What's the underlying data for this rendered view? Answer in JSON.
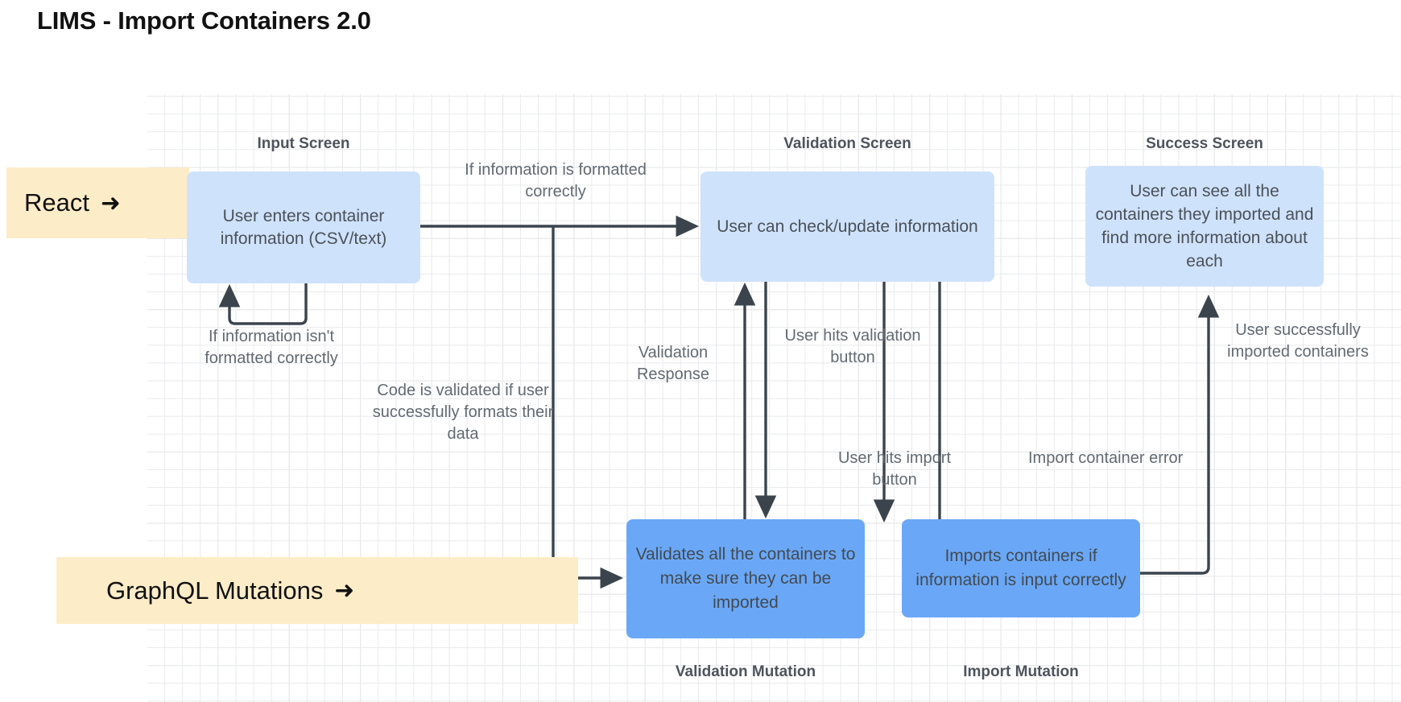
{
  "page": {
    "title": "LIMS - Import Containers 2.0"
  },
  "legend": [
    {
      "id": "react",
      "label": "React",
      "arrow": "➜",
      "color": "#fdecc8"
    },
    {
      "id": "graphql-mutations",
      "label": "GraphQL Mutations",
      "arrow": "➜",
      "color": "#fdecc8"
    }
  ],
  "nodes": [
    {
      "id": "input-screen",
      "caption": "Input Screen",
      "text": "User enters container information (CSV/text)",
      "kind": "screen",
      "color": "#cfe2fb"
    },
    {
      "id": "validation-screen",
      "caption": "Validation Screen",
      "text": "User can check/update information",
      "kind": "screen",
      "color": "#cfe2fb"
    },
    {
      "id": "success-screen",
      "caption": "Success Screen",
      "text": "User can see all the containers they imported and find more information about each",
      "kind": "screen",
      "color": "#cfe2fb"
    },
    {
      "id": "validation-mutation",
      "caption": "Validation Mutation",
      "text": "Validates all the containers to make sure they can be imported",
      "kind": "mutation",
      "color": "#6aa8f7"
    },
    {
      "id": "import-mutation",
      "caption": "Import Mutation",
      "text": "Imports containers if information is input correctly",
      "kind": "mutation",
      "color": "#6aa8f7"
    }
  ],
  "edge_labels": [
    {
      "id": "formatted-correctly",
      "text": "If information is formatted correctly"
    },
    {
      "id": "not-formatted",
      "text": "If information isn't formatted correctly"
    },
    {
      "id": "code-validated",
      "text": "Code is validated if user successfully formats their data"
    },
    {
      "id": "validation-response",
      "text": "Validation Response"
    },
    {
      "id": "hits-validation-button",
      "text": "User hits validation button"
    },
    {
      "id": "hits-import-button",
      "text": "User hits import button"
    },
    {
      "id": "import-container-error",
      "text": "Import container error"
    },
    {
      "id": "successfully-imported",
      "text": "User successfully imported containers"
    }
  ],
  "theme": {
    "edge_color": "#3b444d",
    "grid_minor": "#e9eaec",
    "grid_major": "#dcdde0",
    "node_text": "#4a5158",
    "caption_text": "#4d545c",
    "label_text": "#626a72",
    "background": "#ffffff"
  }
}
